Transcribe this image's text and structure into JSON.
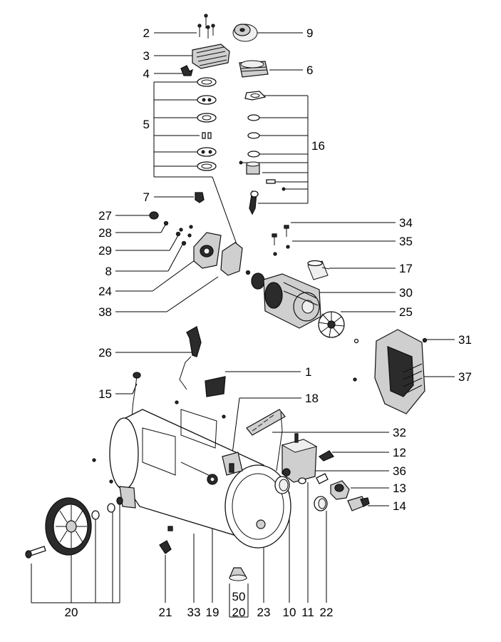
{
  "labels": {
    "p1": "1",
    "p2": "2",
    "p3": "3",
    "p4": "4",
    "p5": "5",
    "p6": "6",
    "p7": "7",
    "p8": "8",
    "p9": "9",
    "p10": "10",
    "p11": "11",
    "p12": "12",
    "p13": "13",
    "p14": "14",
    "p15": "15",
    "p16": "16",
    "p17": "17",
    "p18": "18",
    "p19": "19",
    "p20": "20",
    "p20b": "20",
    "p21": "21",
    "p22": "22",
    "p23": "23",
    "p24": "24",
    "p25": "25",
    "p26": "26",
    "p27": "27",
    "p28": "28",
    "p29": "29",
    "p30": "30",
    "p31": "31",
    "p32": "32",
    "p33": "33",
    "p34": "34",
    "p35": "35",
    "p36": "36",
    "p37": "37",
    "p38": "38",
    "p50": "50"
  }
}
